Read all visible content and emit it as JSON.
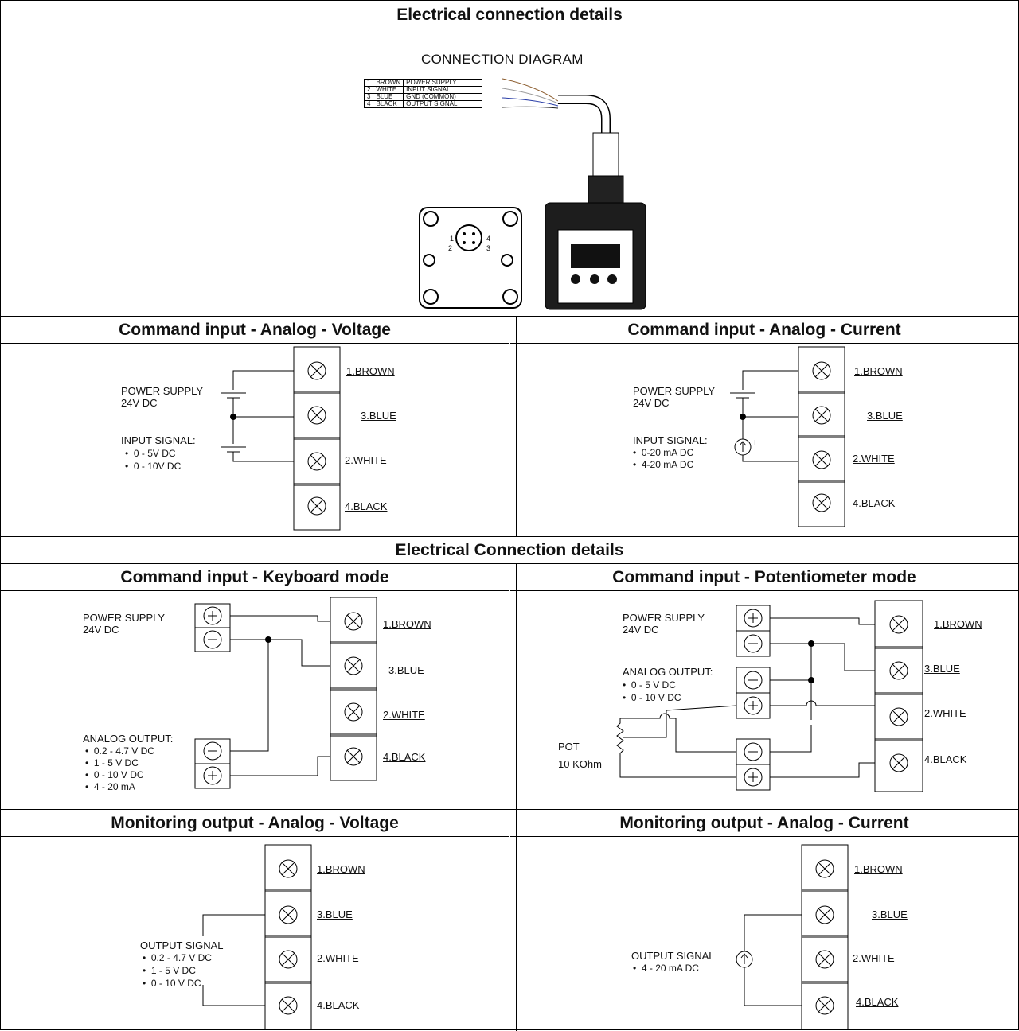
{
  "header": {
    "title": "Electrical connection details"
  },
  "connection": {
    "title": "CONNECTION DIAGRAM",
    "pins": [
      {
        "num": "1",
        "color": "BROWN",
        "signal": "POWER SUPPLY"
      },
      {
        "num": "2",
        "color": "WHITE",
        "signal": "INPUT SIGNAL"
      },
      {
        "num": "3",
        "color": "BLUE",
        "signal": "GND (COMMON)"
      },
      {
        "num": "4",
        "color": "BLACK",
        "signal": "OUTPUT SIGNAL"
      }
    ],
    "pin_labels": [
      "1",
      "2",
      "3",
      "4"
    ],
    "device_label": "Power Supply 24V DC"
  },
  "sections": {
    "voltage_in": {
      "title": "Command input - Analog - Voltage",
      "power_supply": "POWER SUPPLY",
      "ps_volt": "24V DC",
      "input_signal": "INPUT SIGNAL:",
      "bullets": [
        "0 - 5V DC",
        "0 - 10V DC"
      ]
    },
    "current_in": {
      "title": "Command input - Analog - Current",
      "power_supply": "POWER SUPPLY",
      "ps_volt": "24V DC",
      "input_signal": "INPUT SIGNAL:",
      "bullets": [
        "0-20 mA DC",
        "4-20 mA DC"
      ],
      "source_label": "I"
    },
    "band2": {
      "title": "Electrical Connection details"
    },
    "keyboard": {
      "title": "Command input - Keyboard mode",
      "power_supply": "POWER SUPPLY",
      "ps_volt": "24V DC",
      "analog_output": "ANALOG OUTPUT:",
      "bullets": [
        "0.2 - 4.7 V DC",
        "1 - 5 V DC",
        "0 - 10 V DC",
        "4 - 20 mA"
      ]
    },
    "pot": {
      "title": "Command input - Potentiometer mode",
      "power_supply": "POWER SUPPLY",
      "ps_volt": "24V DC",
      "analog_output": "ANALOG OUTPUT:",
      "bullets": [
        "0 - 5 V DC",
        "0 - 10 V DC"
      ],
      "pot": "POT",
      "pot_value": "10 KOhm"
    },
    "mon_voltage": {
      "title": "Monitoring output - Analog - Voltage",
      "output_signal": "OUTPUT SIGNAL",
      "bullets": [
        "0.2 - 4.7 V DC",
        "1 - 5 V DC",
        "0 - 10 V DC"
      ]
    },
    "mon_current": {
      "title": "Monitoring output - Analog - Current",
      "output_signal": "OUTPUT SIGNAL",
      "bullets": [
        "4 - 20 mA DC"
      ]
    }
  },
  "terminals": {
    "t1": "1.BROWN",
    "t2": "3.BLUE",
    "t3": "2.WHITE",
    "t4": "4.BLACK"
  }
}
